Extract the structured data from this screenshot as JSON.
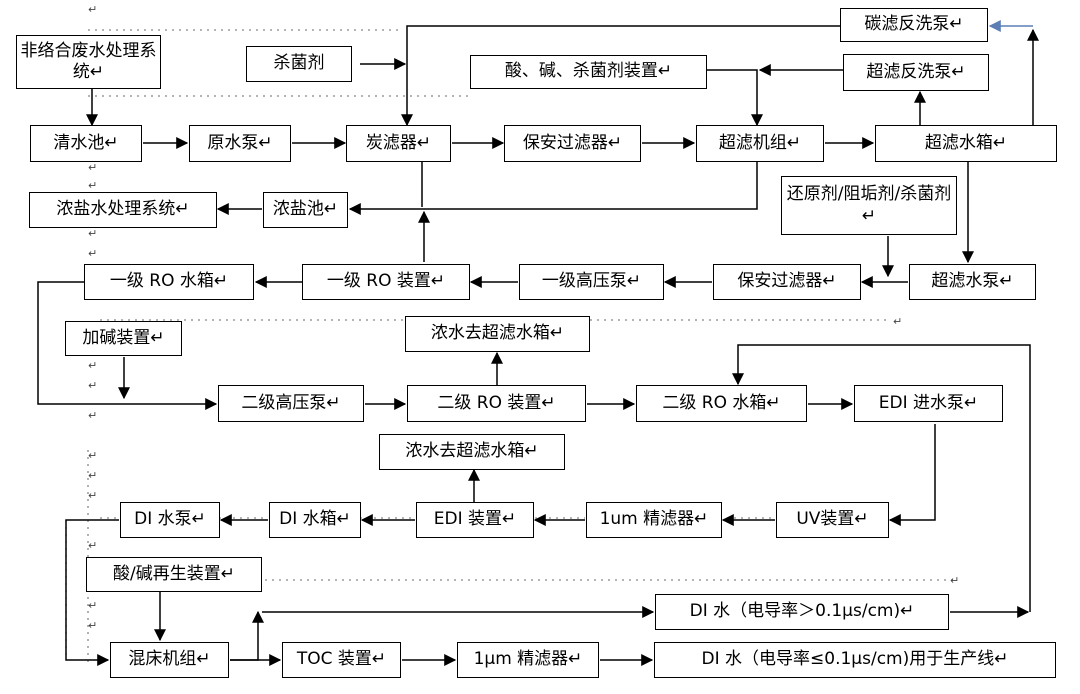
{
  "colors": {
    "line": "#000000",
    "dotted": "#888888",
    "accent_arrow": "#5b7fb5"
  },
  "nodes": {
    "tansu_backwash": "碳滤反洗泵↵",
    "non_complex_waste": "非络合废水处理系统↵",
    "bactericide": "杀菌剂",
    "acid_base_dosing": "酸、碱、杀菌剂装置↵",
    "uf_backwash": "超滤反洗泵↵",
    "clear_pool": "清水池↵",
    "raw_pump": "原水泵↵",
    "carbon_filter": "炭滤器↵",
    "security_filter_1": "保安过滤器↵",
    "uf_unit": "超滤机组↵",
    "uf_tank": "超滤水箱↵",
    "brine_system": "浓盐水处理系统↵",
    "brine_pool": "浓盐池↵",
    "reductant": "还原剂/阻垢剂/杀菌剂↵",
    "ro1_tank": "一级 RO 水箱↵",
    "ro1_device": "一级 RO 装置↵",
    "hp_pump_1": "一级高压泵↵",
    "security_filter_2": "保安过滤器↵",
    "uf_pump": "超滤水泵↵",
    "alkali_dosing": "加碱装置↵",
    "concentrate_uf_1": "浓水去超滤水箱↵",
    "hp_pump_2": "二级高压泵↵",
    "ro2_device": "二级 RO 装置↵",
    "ro2_tank": "二级 RO 水箱↵",
    "edi_feed_pump": "EDI 进水泵↵",
    "concentrate_uf_2": "浓水去超滤水箱↵",
    "di_pump": "DI 水泵↵",
    "di_tank": "DI 水箱↵",
    "edi_device": "EDI 装置↵",
    "fine_filter_1": "1um 精滤器↵",
    "uv_device": "UV装置↵",
    "regen_device": "酸/碱再生装置↵",
    "di_return": "DI 水（电导率＞0.1μs/cm)↵",
    "mixed_bed": "混床机组↵",
    "toc_device": "TOC 装置↵",
    "fine_filter_2": "1μm 精滤器↵",
    "di_production": "DI 水（电导率≤0.1μs/cm)用于生产线↵"
  },
  "paragraph_mark": "↵"
}
